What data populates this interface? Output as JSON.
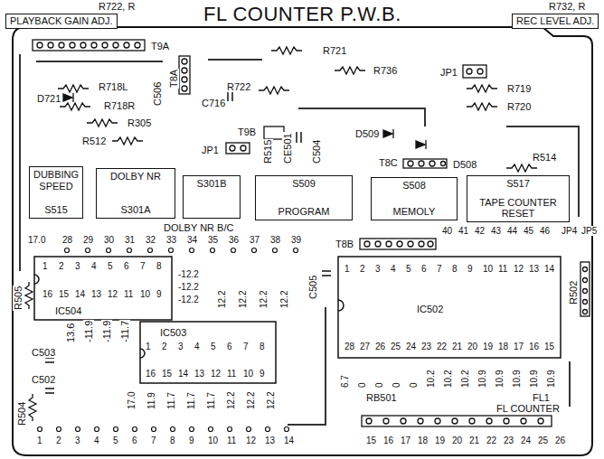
{
  "diagram": {
    "title": "FL COUNTER P.W.B.",
    "nodes": [
      {
        "text": [
          "PLAYBACK GAIN ADJ."
        ]
      },
      {
        "text": [
          "REC LEVEL ADJ."
        ]
      },
      {
        "text": [
          "DUBBING SPEED",
          "S515"
        ]
      },
      {
        "text": [
          "DOLBY NR",
          "S301A"
        ]
      },
      {
        "text": [
          "S301B"
        ]
      },
      {
        "text": [
          "S509",
          "PROGRAM"
        ]
      },
      {
        "text": [
          "S508",
          "MEMOLY"
        ]
      },
      {
        "text": [
          "S517",
          "TAPE COUNTER RESET"
        ]
      }
    ],
    "labels": [
      "R722, R",
      "R732, R",
      "T9A",
      "R718L",
      "D721",
      "R718R",
      "C506",
      "T8A",
      "C716",
      "R721",
      "R722",
      "R736",
      "JP1",
      "R719",
      "R720",
      "R305",
      "R512",
      "T9B",
      "JP1",
      "R515",
      "CE501",
      "C504",
      "D509",
      "D508",
      "T8C",
      "R514",
      "DOLBY NR B/C",
      "17.0",
      "28",
      "29",
      "30",
      "31",
      "32",
      "33",
      "34",
      "35",
      "36",
      "37",
      "38",
      "39",
      "T8B",
      "40",
      "41",
      "42",
      "43",
      "44",
      "45",
      "46",
      "JP4",
      "JP5",
      "C505",
      "1",
      "2",
      "3",
      "4",
      "5",
      "6",
      "7",
      "8",
      "16",
      "15",
      "14",
      "13",
      "12",
      "11",
      "10",
      "9",
      "IC504",
      "-12.2",
      "-12.2",
      "-12.2",
      "12.2",
      "12.2",
      "12.2",
      "12.2",
      "R505",
      "13.6",
      "-11.9",
      "-11.9",
      "-11.7",
      "C503",
      "1",
      "2",
      "3",
      "4",
      "5",
      "6",
      "7",
      "8",
      "16",
      "15",
      "14",
      "13",
      "12",
      "11",
      "10",
      "9",
      "IC503",
      "C502",
      "R504",
      "17.0",
      "11.9",
      "11.7",
      "11.7",
      "11.7",
      "12.2",
      "12.2",
      "12.2",
      "1",
      "2",
      "3",
      "4",
      "5",
      "6",
      "7",
      "8",
      "9",
      "10",
      "11",
      "12",
      "13",
      "14",
      "1",
      "2",
      "3",
      "4",
      "5",
      "6",
      "7",
      "8",
      "9",
      "10",
      "11",
      "12",
      "13",
      "14",
      "IC502",
      "28",
      "27",
      "26",
      "25",
      "24",
      "23",
      "22",
      "21",
      "20",
      "19",
      "18",
      "17",
      "16",
      "15",
      "R502",
      "6.7",
      "0",
      "0",
      "0",
      "0",
      "10.2",
      "10.2",
      "10.2",
      "10.9",
      "10.9",
      "10.9",
      "10.9",
      "10.9",
      "RB501",
      "FL1",
      "FL COUNTER",
      "15",
      "16",
      "17",
      "18",
      "19",
      "20",
      "21",
      "22",
      "23",
      "24",
      "25",
      "26"
    ]
  }
}
